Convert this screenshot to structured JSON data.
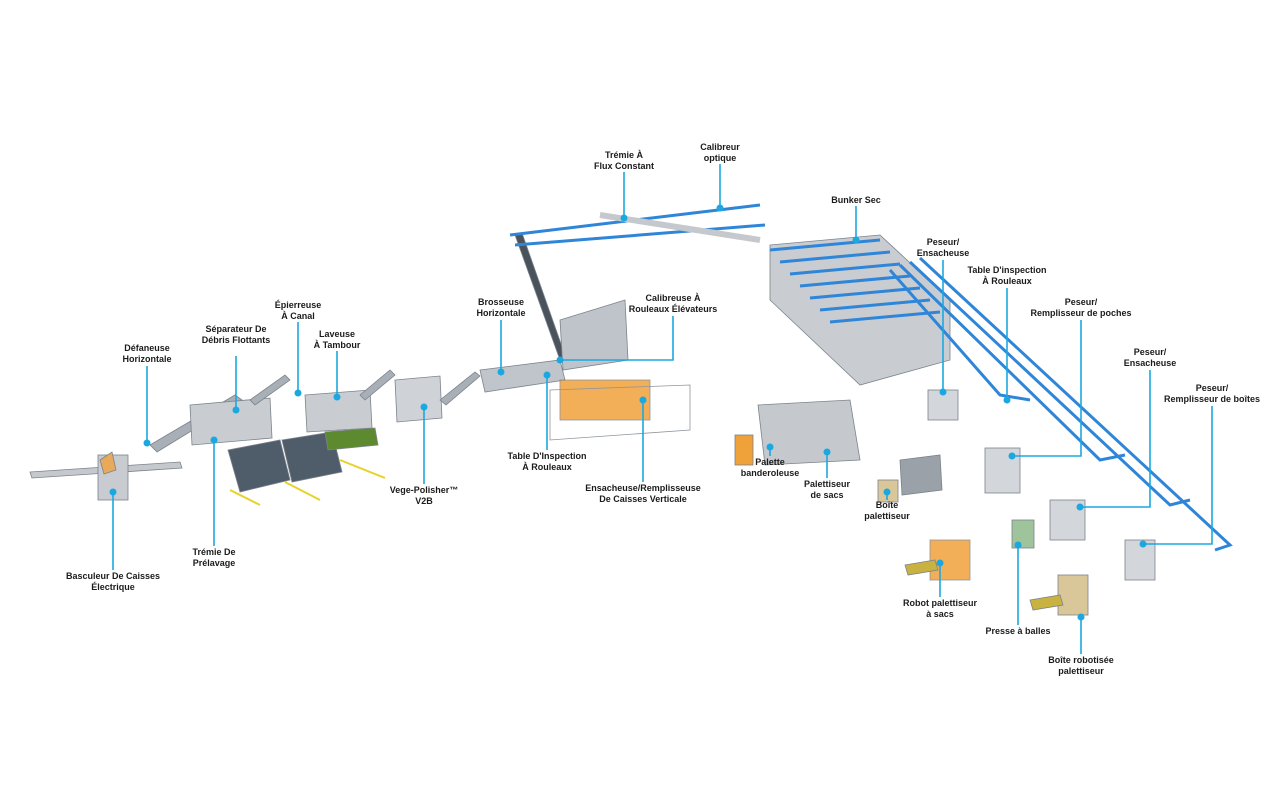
{
  "colors": {
    "callout": "#1ba8e0",
    "conveyor": "#2f86d8",
    "steel": "#b7bcc2",
    "dark": "#5a6470",
    "crate": "#f0a23a",
    "green": "#5d8a2e",
    "yellow": "#e7d22a"
  },
  "labels": [
    {
      "id": "defaneuse",
      "l1": "Défaneuse",
      "l2": "Horizontale"
    },
    {
      "id": "separateur",
      "l1": "Séparateur De",
      "l2": "Débris Flottants"
    },
    {
      "id": "epierreuse",
      "l1": "Épierreuse",
      "l2": "À Canal"
    },
    {
      "id": "laveuse",
      "l1": "Laveuse",
      "l2": "À Tambour"
    },
    {
      "id": "basculeur",
      "l1": "Basculeur De Caisses",
      "l2": "Électrique"
    },
    {
      "id": "tremie-prelavage",
      "l1": "Trémie De",
      "l2": "Prélavage"
    },
    {
      "id": "vege-polisher",
      "l1": "Vege-Polisher™",
      "l2": "V2B"
    },
    {
      "id": "brosseuse",
      "l1": "Brosseuse",
      "l2": "Horizontale"
    },
    {
      "id": "tremie-flux",
      "l1": "Trémie À",
      "l2": "Flux Constant"
    },
    {
      "id": "calibreur-optique",
      "l1": "Calibreur",
      "l2": "optique"
    },
    {
      "id": "bunker",
      "l1": "Bunker Sec",
      "l2": ""
    },
    {
      "id": "calibreuse-rouleaux",
      "l1": "Calibreuse À",
      "l2": "Rouleaux Élévateurs"
    },
    {
      "id": "table-inspection-1",
      "l1": "Table D'Inspection",
      "l2": "À Rouleaux"
    },
    {
      "id": "ensacheuse-verticale",
      "l1": "Ensacheuse/Remplisseuse",
      "l2": "De Caisses Verticale"
    },
    {
      "id": "peseur-ensacheuse-1",
      "l1": "Peseur/",
      "l2": "Ensacheuse"
    },
    {
      "id": "table-inspection-2",
      "l1": "Table D'inspection",
      "l2": "À Rouleaux"
    },
    {
      "id": "peseur-poches",
      "l1": "Peseur/",
      "l2": "Remplisseur de poches"
    },
    {
      "id": "peseur-ensacheuse-2",
      "l1": "Peseur/",
      "l2": "Ensacheuse"
    },
    {
      "id": "peseur-boites",
      "l1": "Peseur/",
      "l2": "Remplisseur de boîtes"
    },
    {
      "id": "palette-banderoleuse",
      "l1": "Palette",
      "l2": "banderoleuse"
    },
    {
      "id": "palettiseur-sacs",
      "l1": "Palettiseur",
      "l2": "de sacs"
    },
    {
      "id": "boite-palettiseur",
      "l1": "Boîte",
      "l2": "palettiseur"
    },
    {
      "id": "robot-palettiseur",
      "l1": "Robot palettiseur",
      "l2": "à sacs"
    },
    {
      "id": "presse-balles",
      "l1": "Presse à balles",
      "l2": ""
    },
    {
      "id": "boite-robotisee",
      "l1": "Boîte robotisée",
      "l2": "palettiseur"
    }
  ]
}
